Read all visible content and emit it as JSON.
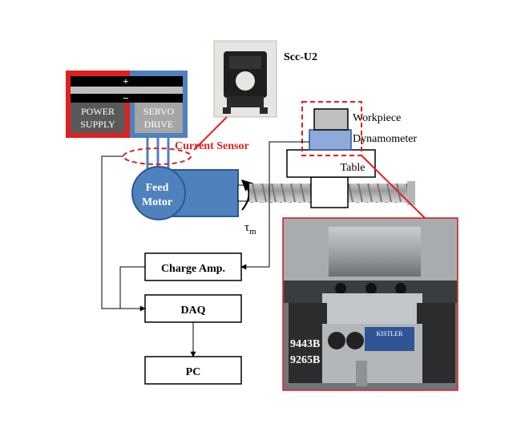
{
  "sensor": {
    "title": "Scc-U2",
    "label": "Current Sensor"
  },
  "power": {
    "plus": "+",
    "minus": "−",
    "supply_line1": "POWER",
    "supply_line2": "SUPPLY",
    "servo_line1": "SERVO",
    "servo_line2": "DRIVE"
  },
  "motor": {
    "line1": "Feed",
    "line2": "Motor",
    "torque_symbol": "τ",
    "torque_sub": "m"
  },
  "stack": {
    "workpiece": "Workpiece",
    "dynamometer": "Dynamometer",
    "table": "Table"
  },
  "boxes": {
    "charge_amp": "Charge Amp.",
    "daq": "DAQ",
    "pc": "PC"
  },
  "photo": {
    "model1": "9443B",
    "model2": "9265B",
    "brand": "KISTLER"
  },
  "colors": {
    "red": "#e02020",
    "blue": "#4f81bd",
    "dark_blue": "#2f5597",
    "gray": "#bfbfbf",
    "dark_gray": "#595959"
  }
}
